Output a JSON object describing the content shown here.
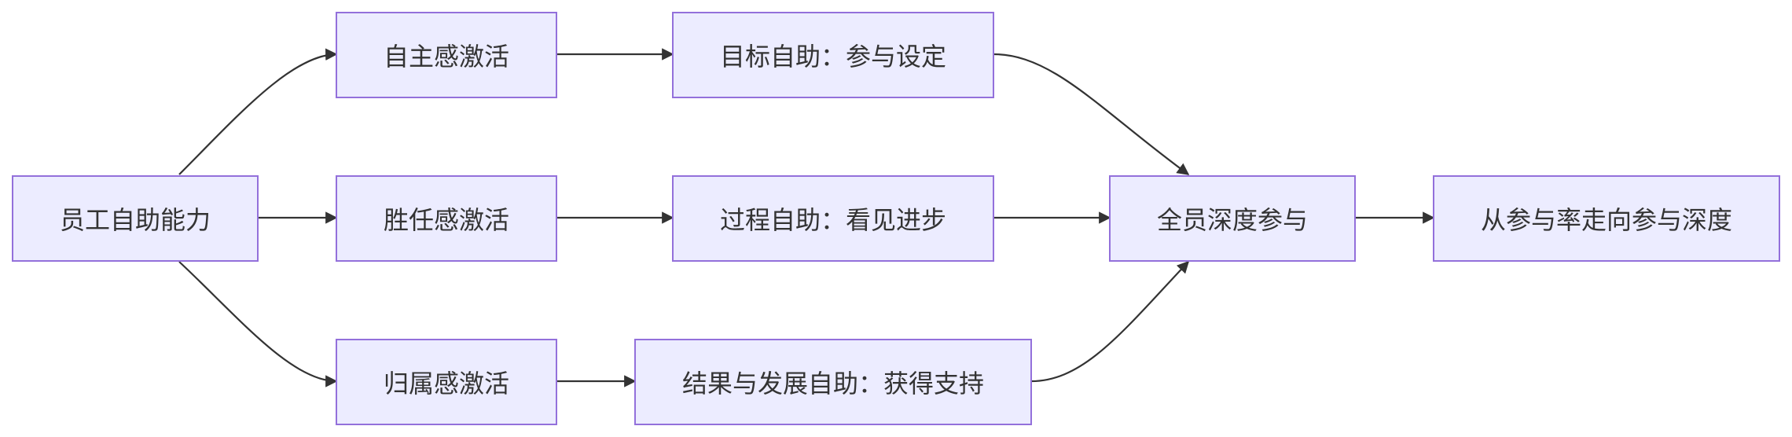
{
  "diagram": {
    "colors": {
      "node_fill": "#ececff",
      "node_border": "#9370db",
      "text": "#333333",
      "edge": "#333333"
    },
    "nodes": {
      "employee": "员工自助能力",
      "autonomy": "自主感激活",
      "competence": "胜任感激活",
      "belonging": "归属感激活",
      "goal": "目标自助：参与设定",
      "process": "过程自助：看见进步",
      "result": "结果与发展自助：获得支持",
      "all_staff": "全员深度参与",
      "outcome": "从参与率走向参与深度"
    },
    "edges": [
      {
        "from": "employee",
        "to": "autonomy"
      },
      {
        "from": "employee",
        "to": "competence"
      },
      {
        "from": "employee",
        "to": "belonging"
      },
      {
        "from": "autonomy",
        "to": "goal"
      },
      {
        "from": "competence",
        "to": "process"
      },
      {
        "from": "belonging",
        "to": "result"
      },
      {
        "from": "goal",
        "to": "all_staff"
      },
      {
        "from": "process",
        "to": "all_staff"
      },
      {
        "from": "result",
        "to": "all_staff"
      },
      {
        "from": "all_staff",
        "to": "outcome"
      }
    ]
  }
}
